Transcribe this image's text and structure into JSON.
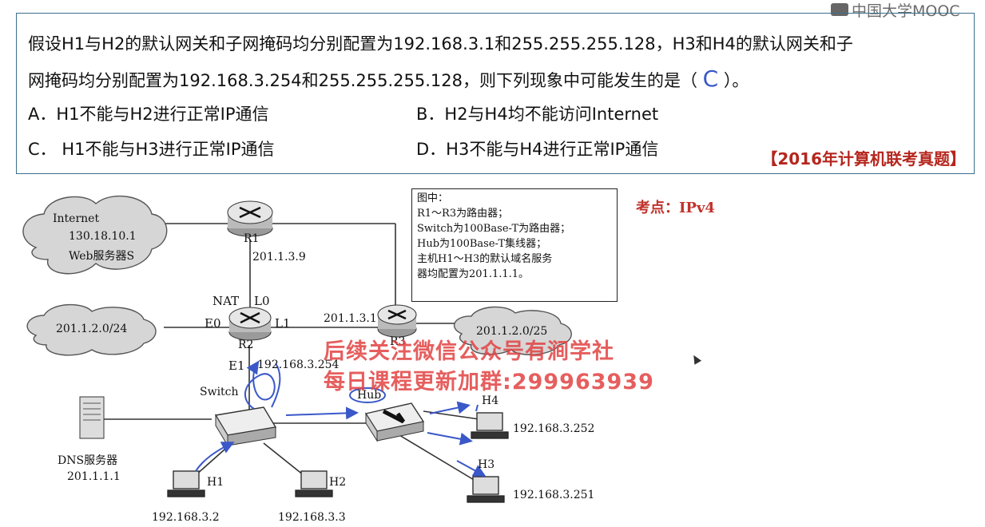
{
  "logo": {
    "text": "中国大学MOOC"
  },
  "question": {
    "line1": "假设H1与H2的默认网关和子网掩码均分别配置为192.168.3.1和255.255.255.128，H3和H4的默认网关和子",
    "line2_prefix": "网掩码均分别配置为192.168.3.254和255.255.255.128，则下列现象中可能发生的是（ ",
    "answer": "C",
    "line2_suffix": " ）。",
    "options": {
      "A": "A．H1不能与H2进行正常IP通信",
      "B": "B．H2与H4均不能访问Internet",
      "C": "C． H1不能与H3进行正常IP通信",
      "D": "D．H3不能与H4进行正常IP通信"
    },
    "source": "【2016年计算机联考真题】"
  },
  "diagram": {
    "internet": {
      "l1": "Internet",
      "l2": "130.18.10.1",
      "l3": "Web服务器S"
    },
    "cloud_left": "201.1.2.0/24",
    "cloud_right": "201.1.2.0/25",
    "r1": "R1",
    "r2": "R2",
    "r3": "R3",
    "r1_ip": "201.1.3.9",
    "nat": "NAT",
    "l0": "L0",
    "e0": "E0",
    "l1": "L1",
    "e1": "E1",
    "r3_ip": "201.1.3.1",
    "e1_ip": "192.168.3.254",
    "switch": "Switch",
    "hub": "Hub",
    "dns_name": "DNS服务器",
    "dns_ip": "201.1.1.1",
    "h1": "H1",
    "h2": "H2",
    "h3": "H3",
    "h4": "H4",
    "h1_ip": "192.168.3.2",
    "h2_ip": "192.168.3.3",
    "h3_ip": "192.168.3.251",
    "h4_ip": "192.168.3.252",
    "legend": [
      "图中：",
      "R1～R3为路由器；",
      "Switch为100Base-T为路由器；",
      "Hub为100Base-T集线器；",
      "主机H1～H3的默认域名服务",
      "器均配置为201.1.1.1。"
    ]
  },
  "kaodian": "考点：IPv4",
  "watermark": {
    "line1": "后续关注微信公众号有涧学社",
    "line2": "每日课程更新加群:299963939"
  },
  "colors": {
    "annotation_blue": "#3a58c8",
    "watermark_red": "#e24242",
    "source_red": "#b5261e"
  }
}
